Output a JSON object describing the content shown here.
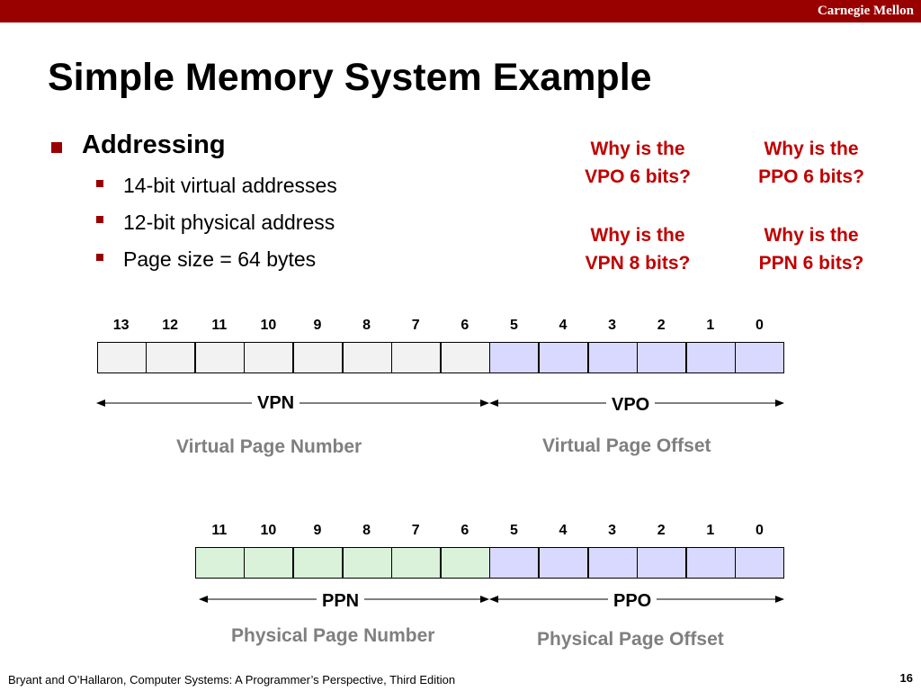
{
  "header": {
    "brand": "Carnegie Mellon"
  },
  "title": "Simple Memory System Example",
  "addressing": {
    "heading": "Addressing",
    "items": [
      "14-bit virtual addresses",
      "12-bit physical address",
      "Page size = 64 bytes"
    ]
  },
  "questions": [
    "Why is the VPO 6 bits?",
    "Why is the PPO 6 bits?",
    "Why is the VPN 8 bits?",
    "Why is the PPN 6 bits?"
  ],
  "virtual_address": {
    "bit_labels": [
      "13",
      "12",
      "11",
      "10",
      "9",
      "8",
      "7",
      "6",
      "5",
      "4",
      "3",
      "2",
      "1",
      "0"
    ],
    "vpn_bits": 8,
    "vpo_bits": 6,
    "vpn_label": "VPN",
    "vpo_label": "VPO",
    "vpn_desc": "Virtual Page Number",
    "vpo_desc": "Virtual Page Offset"
  },
  "physical_address": {
    "bit_labels": [
      "11",
      "10",
      "9",
      "8",
      "7",
      "6",
      "5",
      "4",
      "3",
      "2",
      "1",
      "0"
    ],
    "ppn_bits": 6,
    "ppo_bits": 6,
    "ppn_label": "PPN",
    "ppo_label": "PPO",
    "ppn_desc": "Physical Page Number",
    "ppo_desc": "Physical Page Offset"
  },
  "colors": {
    "accent": "#990000",
    "question": "#c00000",
    "vpn_cell": "#f2f2f2",
    "offset_cell": "#d9d9ff",
    "ppn_cell": "#d9f2d9"
  },
  "footer": {
    "citation": "Bryant and O’Hallaron, Computer Systems: A Programmer’s Perspective, Third Edition",
    "page": "16"
  }
}
